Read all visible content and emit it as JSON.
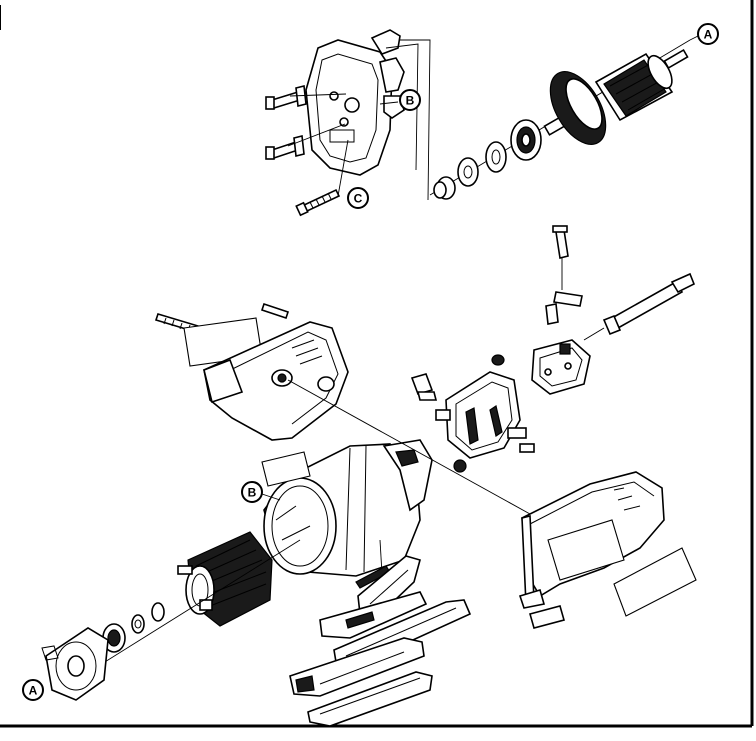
{
  "header_fragment": "",
  "callouts": {
    "a_top": "A",
    "b_top": "B",
    "c_top": "C",
    "b_mid": "B",
    "a_bottom": "A"
  }
}
